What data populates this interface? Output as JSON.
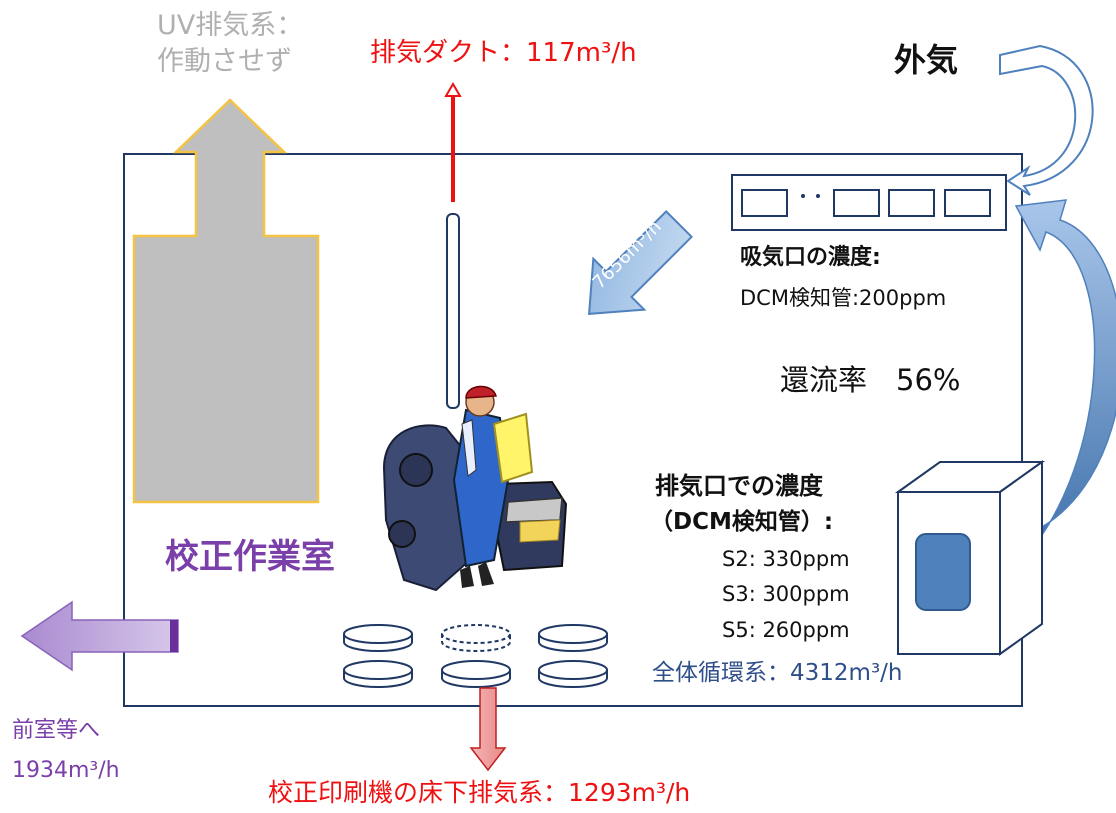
{
  "labels": {
    "uv_exhaust_line1": "UV排気系：",
    "uv_exhaust_line2": "作動させず",
    "exhaust_duct": "排気ダクト：117m³/h",
    "outside_air": "外気",
    "inflow_rate": "7656m³/h",
    "intake_title": "吸気口の濃度:",
    "intake_value": "DCM検知管:200ppm",
    "reflux": "還流率　56%",
    "room_name": "校正作業室",
    "outlet_title_line1": "排気口での濃度",
    "outlet_title_line2": "（DCM検知管）:",
    "outlet_s2": "S2: 330ppm",
    "outlet_s3": "S3: 300ppm",
    "outlet_s5": "S5: 260ppm",
    "circulation": "全体循環系：4312m³/h",
    "anteroom_line1": "前室等へ",
    "anteroom_line2": "1934m³/h",
    "floor_exhaust": "校正印刷機の床下排気系：1293m³/h"
  },
  "colors": {
    "room_border": "#1f3864",
    "uv_fill": "#bfbfbf",
    "uv_border": "#f5c342",
    "red_text": "#ee1111",
    "purple": "#7a3fa8",
    "blue_arrow": "#9dc3e6",
    "unit_fill": "#4f81bd"
  }
}
